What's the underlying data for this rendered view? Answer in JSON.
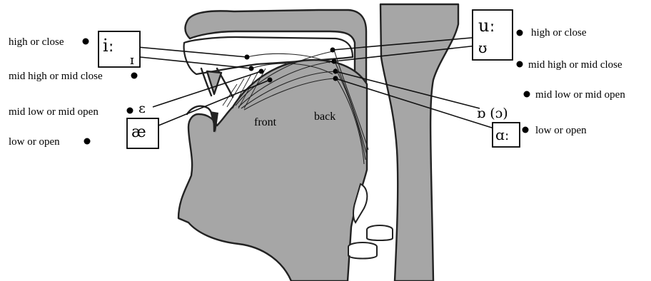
{
  "tongue_regions": {
    "front": "front",
    "back": "back"
  },
  "left_heights": [
    {
      "label": "high or close"
    },
    {
      "label": "mid high or mid close"
    },
    {
      "label": "mid low or mid open"
    },
    {
      "label": "low or open"
    }
  ],
  "right_heights": [
    {
      "label": "high or close"
    },
    {
      "label": "mid high or mid close"
    },
    {
      "label": "mid low or mid open"
    },
    {
      "label": "low or open"
    }
  ],
  "front_vowels": [
    {
      "symbol": "iː",
      "boxed": true
    },
    {
      "symbol": "ɪ",
      "boxed": false
    },
    {
      "symbol": "ɛ",
      "boxed": false
    },
    {
      "symbol": "æ",
      "boxed": true
    }
  ],
  "back_vowels": [
    {
      "symbol": "uː",
      "boxed": true
    },
    {
      "symbol": "ʊ",
      "boxed": false
    },
    {
      "symbol": "ɒ (ɔ)",
      "boxed": false
    },
    {
      "symbol": "ɑː",
      "boxed": true
    }
  ]
}
